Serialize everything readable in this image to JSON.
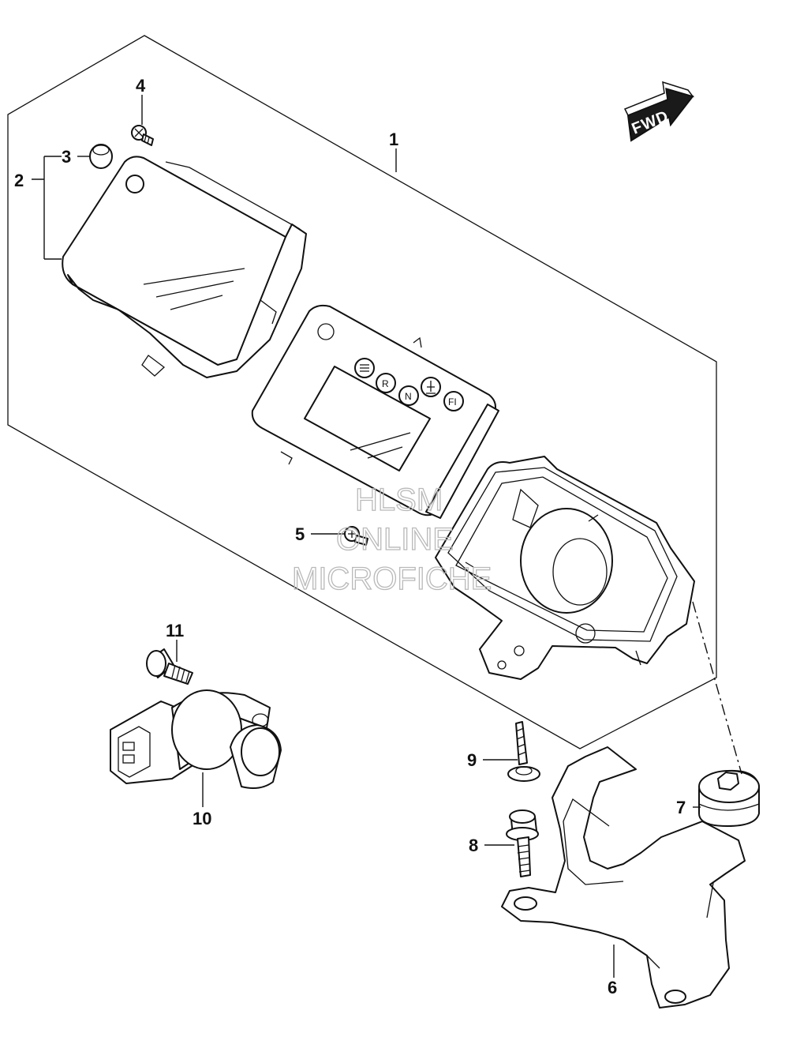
{
  "diagram": {
    "direction_badge": {
      "label": "FWD"
    },
    "callouts": [
      {
        "id": "1",
        "label": "1"
      },
      {
        "id": "2",
        "label": "2"
      },
      {
        "id": "3",
        "label": "3"
      },
      {
        "id": "4",
        "label": "4"
      },
      {
        "id": "5",
        "label": "5"
      },
      {
        "id": "6",
        "label": "6"
      },
      {
        "id": "7",
        "label": "7"
      },
      {
        "id": "8",
        "label": "8"
      },
      {
        "id": "9",
        "label": "9"
      },
      {
        "id": "10",
        "label": "10"
      },
      {
        "id": "11",
        "label": "11"
      }
    ],
    "indicator_lamps": [
      "R",
      "N",
      "FI"
    ],
    "watermark": {
      "line1": "HLSM",
      "line2": "ONLINE",
      "line3": "MICROFICHE"
    }
  },
  "colors": {
    "line": "#111111",
    "background": "#ffffff",
    "watermark": "#b9b9b9"
  }
}
